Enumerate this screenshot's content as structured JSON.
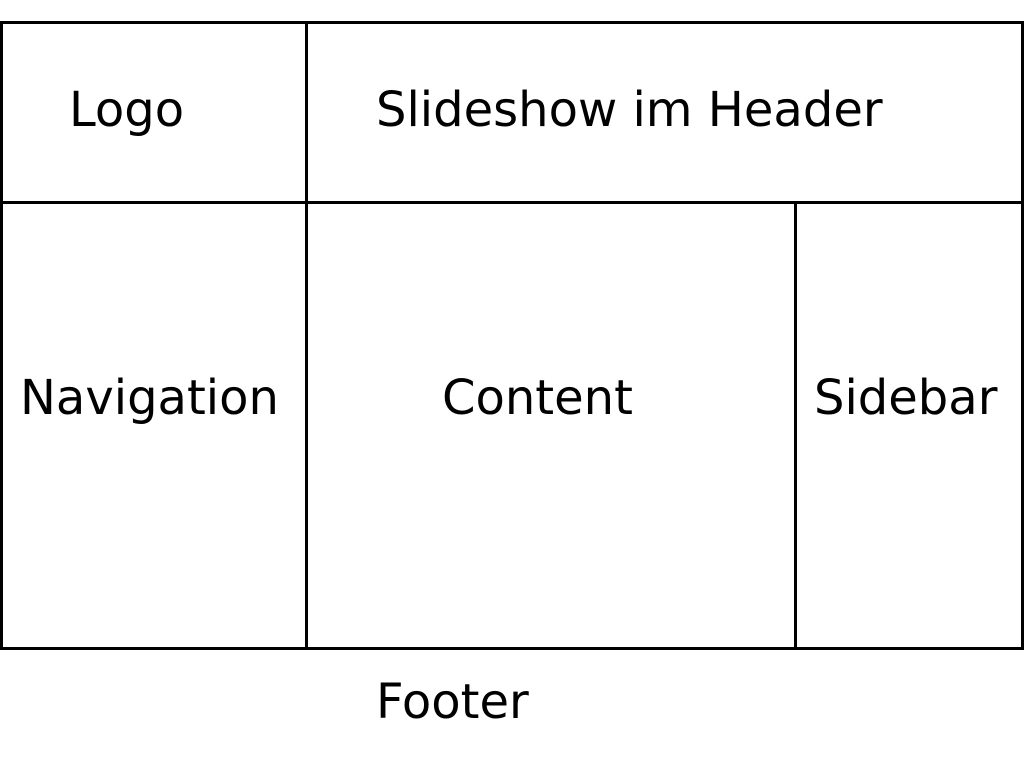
{
  "wireframe": {
    "logo_label": "Logo",
    "header_label": "Slideshow im Header",
    "navigation_label": "Navigation",
    "content_label": "Content",
    "sidebar_label": "Sidebar",
    "footer_label": "Footer"
  },
  "colors": {
    "lines": "#000000",
    "background": "#ffffff",
    "text": "#000000"
  }
}
